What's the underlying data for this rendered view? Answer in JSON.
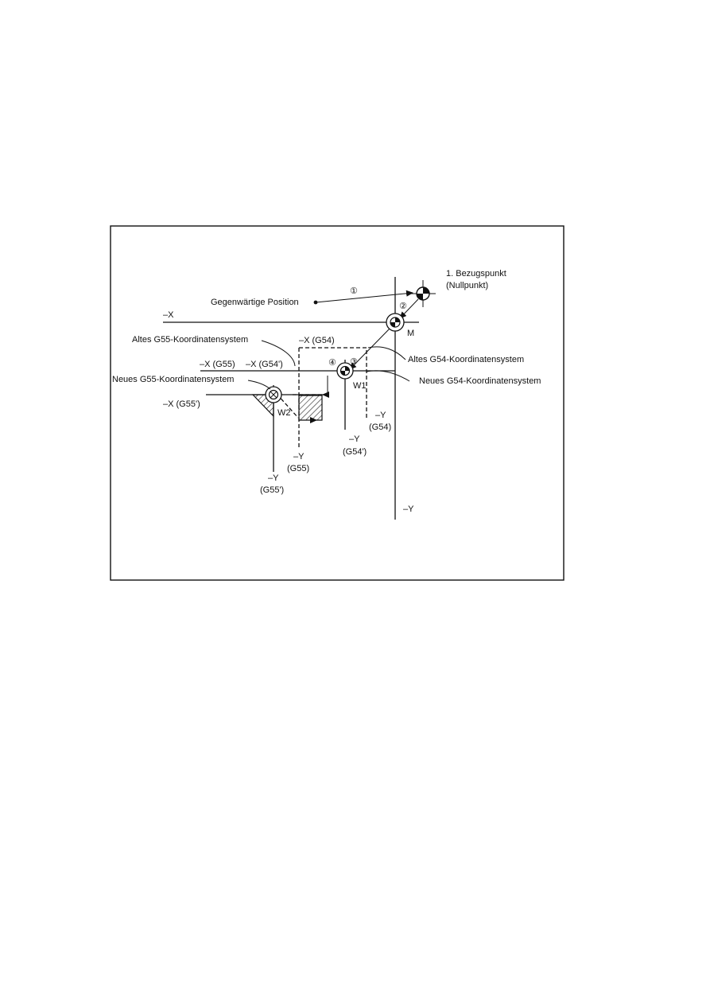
{
  "labels": {
    "ref_point_1": "1. Bezugspunkt",
    "ref_point_2": "(Nullpunkt)",
    "current_position": "Gegenwärtige Position",
    "axis_x": "–X",
    "axis_y": "–Y",
    "m": "M",
    "w1": "W1",
    "w2": "W2",
    "old_g55": "Altes G55-Koordinatensystem",
    "old_g54": "Altes G54-Koordinatensystem",
    "new_g55": "Neues G55-Koordinatensystem",
    "new_g54": "Neues G54-Koordinatensystem",
    "x_g54": "–X (G54)",
    "x_g55": "–X (G55)",
    "x_g54p": "–X (G54')",
    "x_g55p": "–X (G55')",
    "y_g54_a": "–Y",
    "y_g54_b": "(G54)",
    "y_g54p_a": "–Y",
    "y_g54p_b": "(G54')",
    "y_g55_a": "–Y",
    "y_g55_b": "(G55)",
    "y_g55p_a": "–Y",
    "y_g55p_b": "(G55')",
    "step_1": "①",
    "step_2": "②",
    "step_3": "③",
    "step_4": "④"
  }
}
